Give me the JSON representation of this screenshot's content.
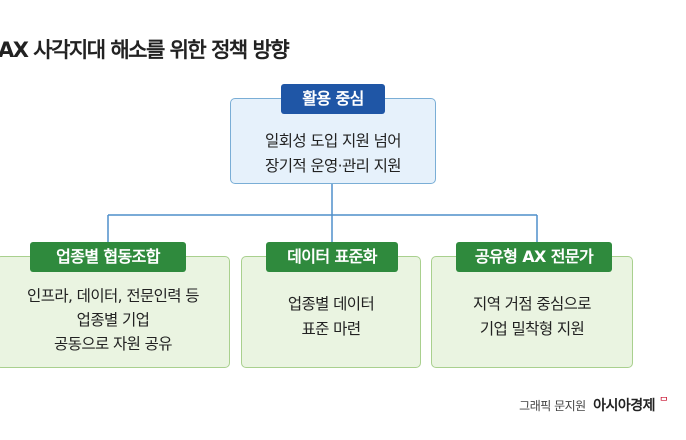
{
  "title": "AX 사각지대 해소를 위한 정책 방향",
  "top": {
    "label": "활용 중심",
    "lines": [
      "일회성 도입 지원 넘어",
      "장기적 운영·관리 지원"
    ]
  },
  "branches": [
    {
      "label": "업종별 협동조합",
      "lines": [
        "인프라, 데이터, 전문인력 등",
        "업종별 기업",
        "공동으로 자원 공유"
      ]
    },
    {
      "label": "데이터 표준화",
      "lines": [
        "업종별 데이터",
        "표준 마련"
      ]
    },
    {
      "label": "공유형 AX 전문가",
      "lines": [
        "지역 거점 중심으로",
        "기업 밀착형 지원"
      ]
    }
  ],
  "credit": {
    "text": "그래픽 문지원",
    "brand": "아시아경제",
    "brand_mark": "ᄆ"
  },
  "colors": {
    "blue_pill": "#1f56a6",
    "green_pill": "#2f8a3d",
    "blue_box": "#e6f1fb",
    "green_box": "#eaf4e1",
    "connector": "#4f8fca"
  }
}
